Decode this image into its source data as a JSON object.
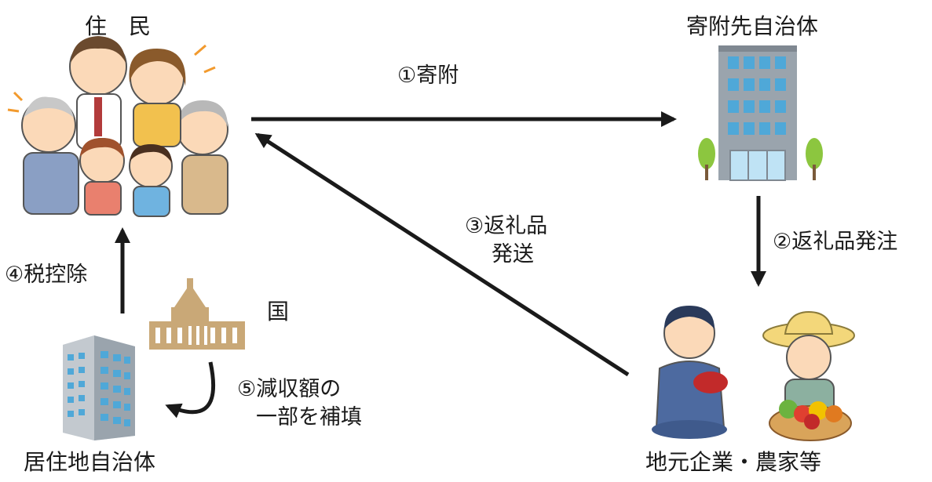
{
  "nodes": {
    "residents": "住　民",
    "donation_municipality": "寄附先自治体",
    "local_business": "地元企業・農家等",
    "home_municipality": "居住地自治体",
    "country": "国"
  },
  "flows": {
    "donation": "①寄附",
    "order_line": "②返礼品発注",
    "gift_line1": "③返礼品",
    "gift_line2": "発送",
    "tax": "④税控除",
    "comp_line1": "⑤減収額の",
    "comp_line2": "一部を補填"
  },
  "colors": {
    "arrow": "#1a1a1a",
    "building_gray": "#9aa4ad",
    "window_blue": "#4fa8d8",
    "tree_green": "#8cc63f",
    "parliament": "#c9a877",
    "skin": "#fbd9b8"
  }
}
